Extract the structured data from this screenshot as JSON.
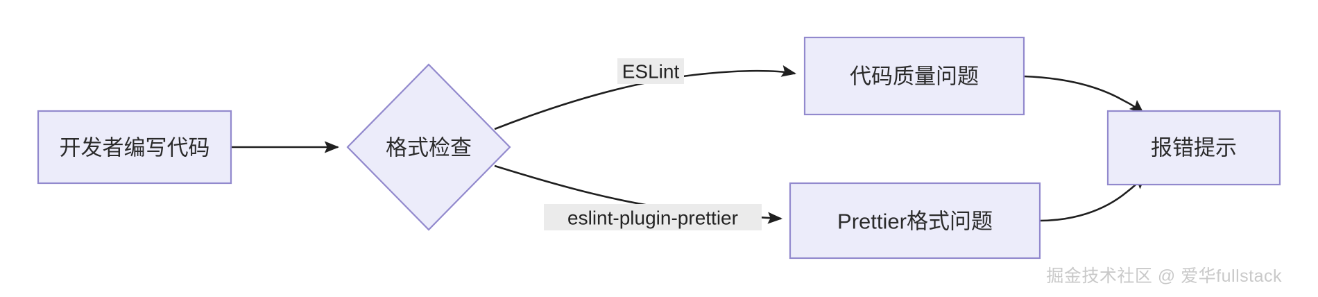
{
  "diagram": {
    "type": "flowchart",
    "direction": "left-to-right",
    "background_color": "#ffffff",
    "node_fill": "#ececfa",
    "node_border": "#9289cd",
    "edge_color": "#1f1f1f",
    "edge_label_bg": "#ebebeb",
    "nodes": [
      {
        "id": "dev",
        "label": "开发者编写代码",
        "shape": "rect"
      },
      {
        "id": "check",
        "label": "格式检查",
        "shape": "diamond"
      },
      {
        "id": "quality",
        "label": "代码质量问题",
        "shape": "rect"
      },
      {
        "id": "prettier",
        "label": "Prettier格式问题",
        "shape": "rect"
      },
      {
        "id": "error",
        "label": "报错提示",
        "shape": "rect"
      }
    ],
    "edges": [
      {
        "from": "dev",
        "to": "check",
        "label": ""
      },
      {
        "from": "check",
        "to": "quality",
        "label": "ESLint"
      },
      {
        "from": "check",
        "to": "prettier",
        "label": "eslint-plugin-prettier"
      },
      {
        "from": "quality",
        "to": "error",
        "label": ""
      },
      {
        "from": "prettier",
        "to": "error",
        "label": ""
      }
    ]
  },
  "watermark": {
    "text": "掘金技术社区 @ 爱华fullstack"
  }
}
